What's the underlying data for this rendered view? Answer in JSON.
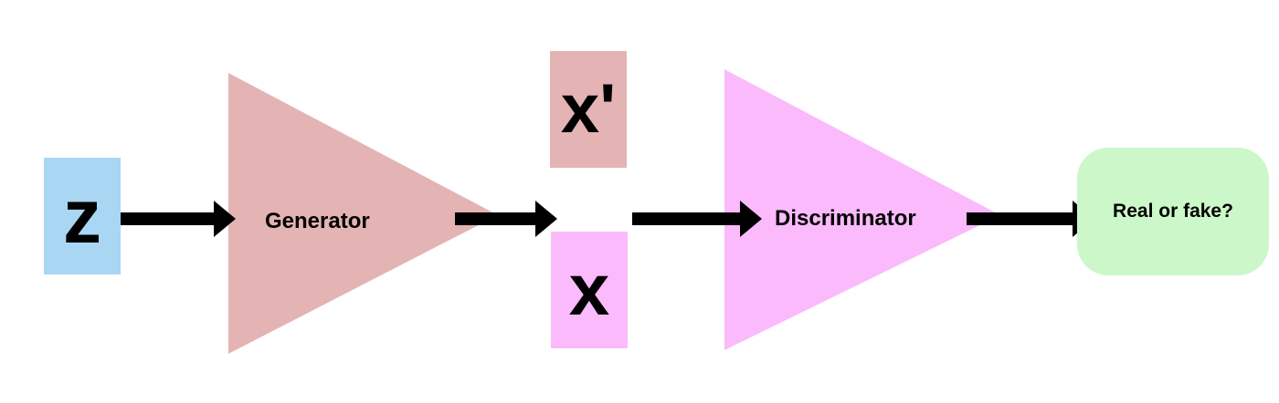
{
  "nodes": {
    "z": {
      "label": "z",
      "color": "#a9d6f3"
    },
    "generator": {
      "label": "Generator",
      "color": "#e4b3b3"
    },
    "x_prime": {
      "label": "x'",
      "color": "#e4b3b3"
    },
    "x": {
      "label": "x",
      "color": "#fbbafb"
    },
    "discriminator": {
      "label": "Discriminator",
      "color": "#fbbafb"
    },
    "output": {
      "label": "Real or fake?",
      "color": "#ccf7c9"
    }
  },
  "edges": [
    {
      "from": "z",
      "to": "generator"
    },
    {
      "from": "generator",
      "to": "x_prime_x"
    },
    {
      "from": "x_prime_x",
      "to": "discriminator"
    },
    {
      "from": "discriminator",
      "to": "output"
    }
  ],
  "arrow_color": "#000000"
}
